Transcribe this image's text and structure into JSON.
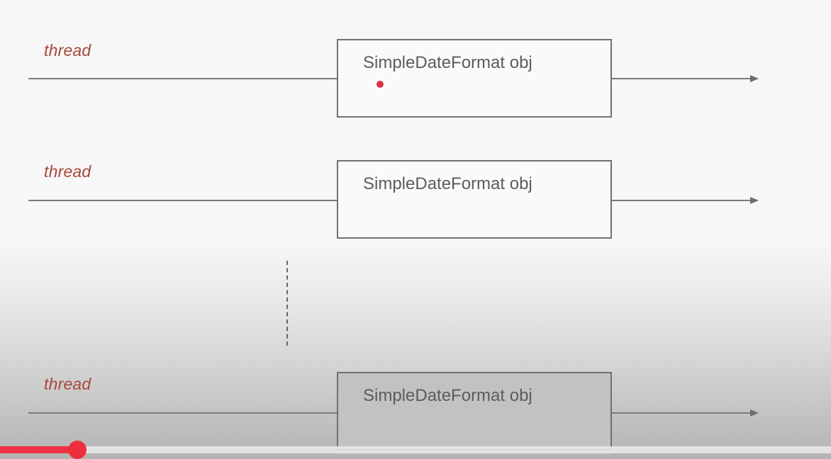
{
  "diagram": {
    "rows": [
      {
        "thread_label": "thread",
        "object_label": "SimpleDateFormat obj"
      },
      {
        "thread_label": "thread",
        "object_label": "SimpleDateFormat obj"
      },
      {
        "thread_label": "thread",
        "object_label": "SimpleDateFormat obj"
      }
    ]
  },
  "player": {
    "progress_fraction": 0.093,
    "played_color": "#ee3344",
    "scrubber_color": "#ee2e3c"
  },
  "colors": {
    "thread_label": "#a8463a",
    "cursor_dot": "#d6334a"
  }
}
